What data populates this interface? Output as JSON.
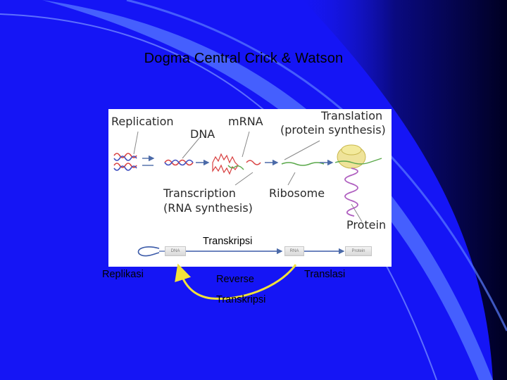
{
  "slide": {
    "title": "Dogma Central Crick & Watson",
    "colors": {
      "background": "#1515f5",
      "dark_edge": "#000033",
      "curve": "#5a7cff",
      "arrow": "#f2e23a",
      "text": "#000000"
    }
  },
  "figure": {
    "labels": {
      "replication": "Replication",
      "dna": "DNA",
      "mrna": "mRNA",
      "translation_line1": "Translation",
      "translation_line2": "(protein synthesis)",
      "transcription_line1": "Transcription",
      "transcription_line2": "(RNA synthesis)",
      "ribosome": "Ribosome",
      "protein": "Protein"
    },
    "mini_flow": {
      "dna": "DNA",
      "rna": "RNA",
      "protein": "Protein"
    }
  },
  "annotations": {
    "transkripsi": "Transkripsi",
    "replikasi": "Replikasi",
    "reverse_line1": "Reverse",
    "reverse_line2": "Transkripsi",
    "translasi": "Translasi"
  }
}
